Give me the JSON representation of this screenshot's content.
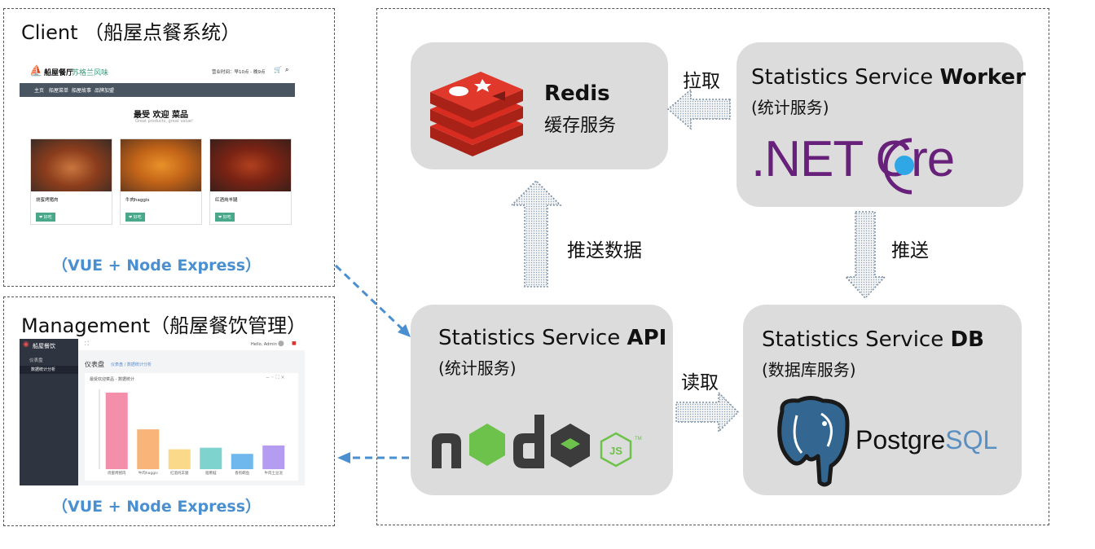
{
  "client": {
    "title": "Client （船屋点餐系统）",
    "tech": "（VUE + Node Express）",
    "site": {
      "brand": "船屋餐厅",
      "brand_sub": "苏格兰风味",
      "hours": "营业时间：早10点 - 晚9点",
      "nav": [
        "主页",
        "船屋菜单",
        "船屋故事",
        "品牌加盟"
      ],
      "heading": "最受 欢迎 菜品",
      "subheading": "Great products, great value!",
      "cards": [
        {
          "name": "烧蜜烤猪肉",
          "button": "❤ 好吃"
        },
        {
          "name": "牛肉haggis",
          "button": "❤ 好吃"
        },
        {
          "name": "红酒炖羊腿",
          "button": "❤ 好吃"
        }
      ]
    }
  },
  "management": {
    "title": "Management（船屋餐饮管理）",
    "tech": "（VUE + Node Express）",
    "admin": {
      "brand": "船屋餐饮",
      "menu_group": "仪表盘",
      "menu_item": "数据统计分析",
      "user": "Hello, Admin",
      "page_title": "仪表盘",
      "breadcrumb": "仪表盘 / 数据统计分析",
      "panel_title": "最受欢迎菜品 - 数据统计",
      "chart_data": {
        "type": "bar",
        "categories": [
          "烧蜜烤猪肉",
          "牛肉haggis",
          "红酒炖羊腿",
          "烟熏鲑",
          "香煎鳕鱼",
          "牛肉土豆泥"
        ],
        "values": [
          100,
          52,
          26,
          28,
          20,
          31
        ],
        "colors": [
          "#f48fab",
          "#f9b47a",
          "#fbd98a",
          "#7fd3cf",
          "#6fb8ee",
          "#b49cf0"
        ]
      }
    }
  },
  "services": {
    "redis": {
      "title": "Redis",
      "sub": "缓存服务"
    },
    "worker": {
      "title_a": "Statistics Service ",
      "title_b": "Worker",
      "sub": "(统计服务)",
      "logo_a": ".NET C",
      "logo_b": "re"
    },
    "api": {
      "title_a": "Statistics Service ",
      "title_b": "API",
      "sub": "(统计服务)",
      "logo": "node",
      "logo_js": "JS",
      "logo_tm": "TM"
    },
    "db": {
      "title_a": "Statistics Service ",
      "title_b": "DB",
      "sub": "(数据库服务)",
      "logo_a": "Postgre",
      "logo_b": "SQL"
    }
  },
  "edges": {
    "pull": "拉取",
    "push_data": "推送数据",
    "push": "推送",
    "read": "读取"
  },
  "colors": {
    "node_bg": "#dcdcdc",
    "link_blue": "#4a8fd0",
    "dotnet_purple": "#68217a",
    "redis_red": "#d82c20",
    "pg_blue": "#336791"
  }
}
